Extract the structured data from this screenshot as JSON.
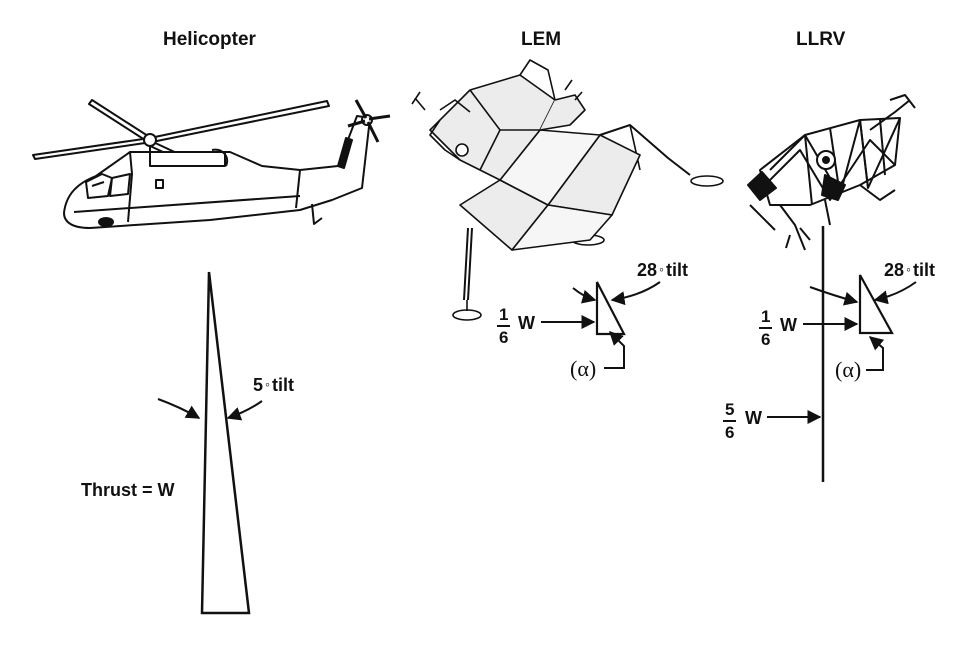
{
  "panels": {
    "helicopter": {
      "title": "Helicopter",
      "thrust_label": "Thrust = W",
      "tilt_value": "5",
      "tilt_word": "tilt"
    },
    "lem": {
      "title": "LEM",
      "tilt_value": "28",
      "tilt_word": "tilt",
      "weight_num": "1",
      "weight_den": "6",
      "weight_suffix": "W",
      "angle_label": "(α)"
    },
    "llrv": {
      "title": "LLRV",
      "tilt_value": "28",
      "tilt_word": "tilt",
      "small_weight_num": "1",
      "small_weight_den": "6",
      "small_weight_suffix": "W",
      "angle_label": "(α)",
      "large_weight_num": "5",
      "large_weight_den": "6",
      "large_weight_suffix": "W"
    }
  },
  "degree_symbol": "◦",
  "colors": {
    "ink": "#111111",
    "panel_fill": "#e8e8e8",
    "background": "#ffffff"
  }
}
